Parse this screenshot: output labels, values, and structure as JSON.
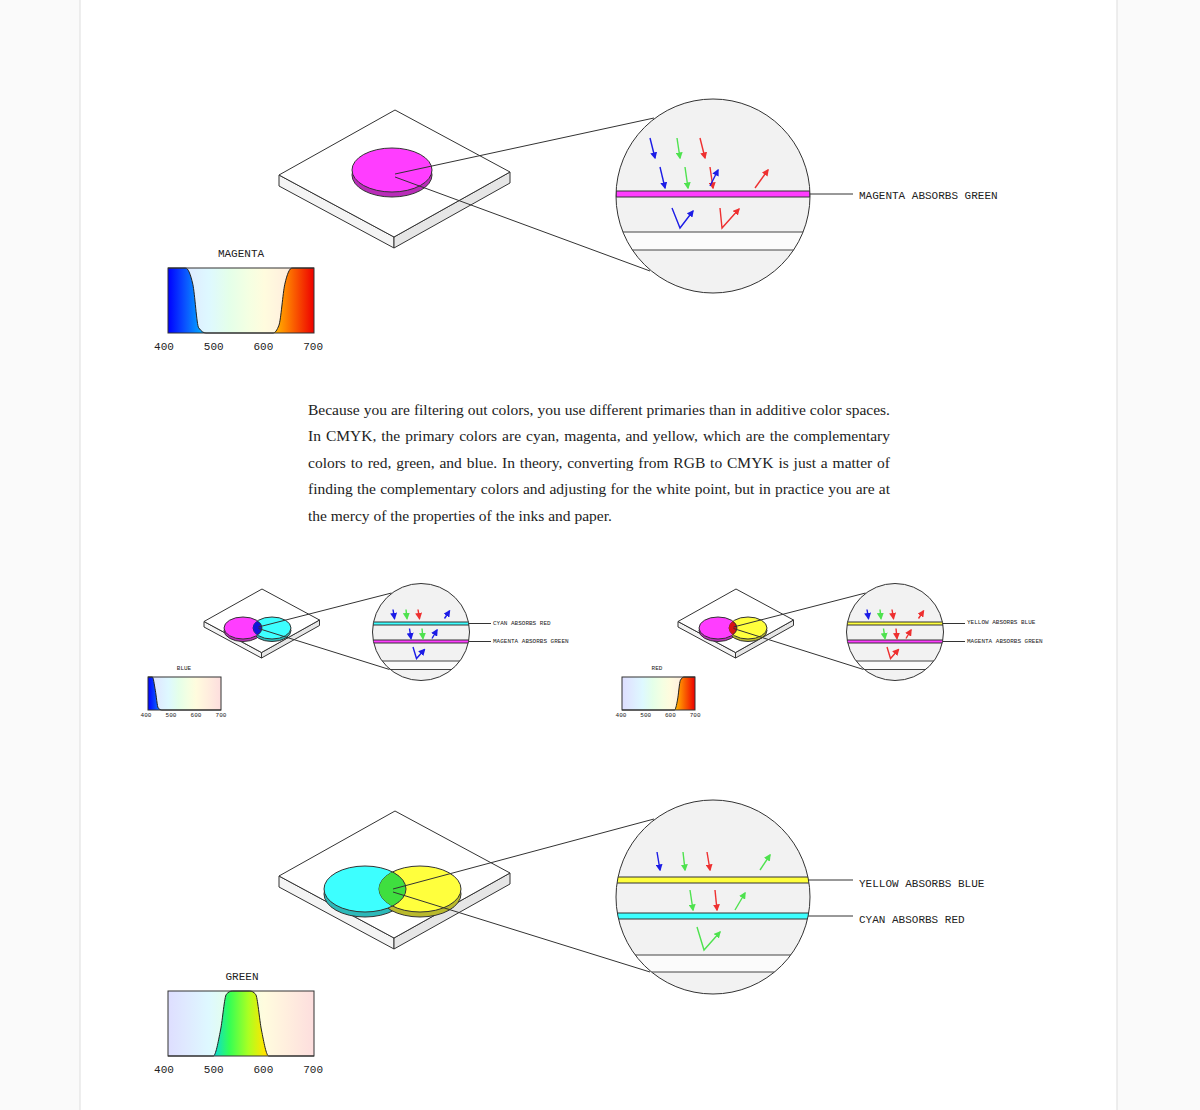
{
  "diagram": {
    "labels": [
      "MAGENTA ABSORBS GREEN",
      "MAGENTA",
      "400",
      "500",
      "600",
      "700",
      "Because you are filtering out colors, you use different primaries than in additive color spaces. In CMYK, the primary colors are cyan, magenta, and yellow, which are the complementary colors to red, green, and blue. In theory, converting from RGB to CMYK is just a matter of finding the complementary colors and adjusting for the white point, but in practice you are at the mercy of the properties of the inks and paper.",
      "CYAN ABSORBS RED",
      "MAGENTA ABSORBS GREEN",
      "BLUE",
      "400",
      "500",
      "600",
      "700",
      "YELLOW ABSORBS BLUE",
      "MAGENTA ABSORBS GREEN",
      "RED",
      "400",
      "500",
      "600",
      "700",
      "YELLOW ABSORBS BLUE",
      "CYAN ABSORBS RED",
      "GREEN",
      "400",
      "500",
      "600",
      "700"
    ]
  }
}
